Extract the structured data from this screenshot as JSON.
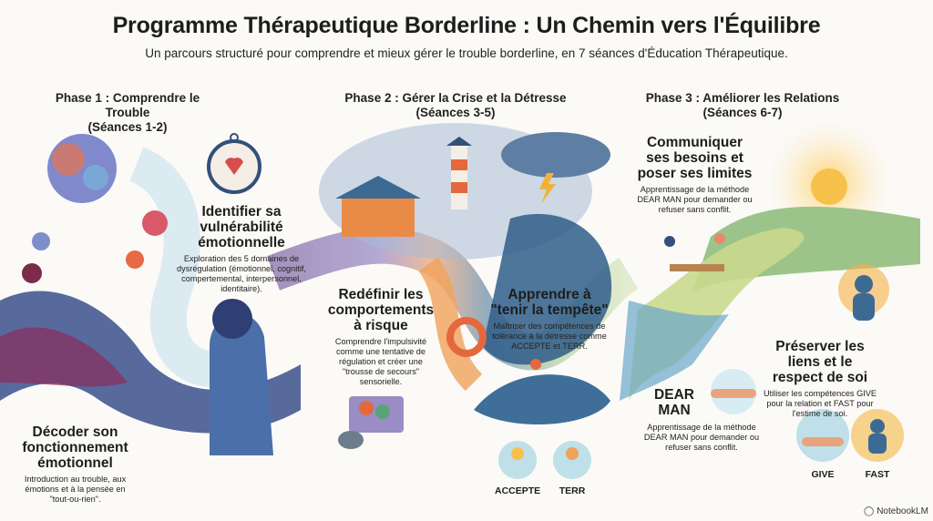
{
  "header": {
    "title": "Programme Thérapeutique Borderline : Un Chemin vers l'Équilibre",
    "subtitle": "Un parcours structuré pour comprendre et mieux gérer le trouble borderline, en 7 séances d'Éducation Thérapeutique."
  },
  "phases": [
    {
      "title": "Phase 1 : Comprendre le Trouble",
      "sessions": "(Séances 1-2)"
    },
    {
      "title": "Phase 2 : Gérer la Crise et la Détresse",
      "sessions": "(Séances 3-5)"
    },
    {
      "title": "Phase 3 : Améliorer les Relations",
      "sessions": "(Séances 6-7)"
    }
  ],
  "steps": {
    "identifier": {
      "title": "Identifier sa vulnérabilité émotionnelle",
      "text": "Exploration des 5 domaines de dysrégulation (émotionnel, cognitif, compertemental, interpersonnel, identitaire)."
    },
    "decoder": {
      "title": "Décoder son fonctionnement émotionnel",
      "text": "Introduction au trouble, aux émotions et à la pensée en \"tout-ou-rien\"."
    },
    "redefinir": {
      "title": "Redéfinir les comportements à risque",
      "text": "Comprendre l'impulsivité comme une tentative de régulation et créer une \"trousse de secours\" sensorielle."
    },
    "apprendre": {
      "title": "Apprendre à \"tenir la tempête\"",
      "text": "Maîtriser des compétences de tolérance à la détresse comme ACCEPTE et TERR."
    },
    "communiquer": {
      "title": "Communiquer ses besoins et poser ses limites",
      "text": "Apprentissage de la méthode DEAR MAN pour demander ou refuser sans conflit."
    },
    "dearman": {
      "title": "DEAR MAN",
      "text": "Apprentissage de la méthode DEAR MAN pour demander ou refuser sans conflit."
    },
    "preserver": {
      "title": "Préserver les liens et le respect de soi",
      "text": "Utiliser les compétences GIVE pour la relation et FAST pour l'estime de soi."
    }
  },
  "badges": {
    "accepte": "ACCEPTE",
    "terr": "TERR",
    "give": "GIVE",
    "fast": "FAST"
  },
  "footer": {
    "brand": "NotebookLM"
  }
}
